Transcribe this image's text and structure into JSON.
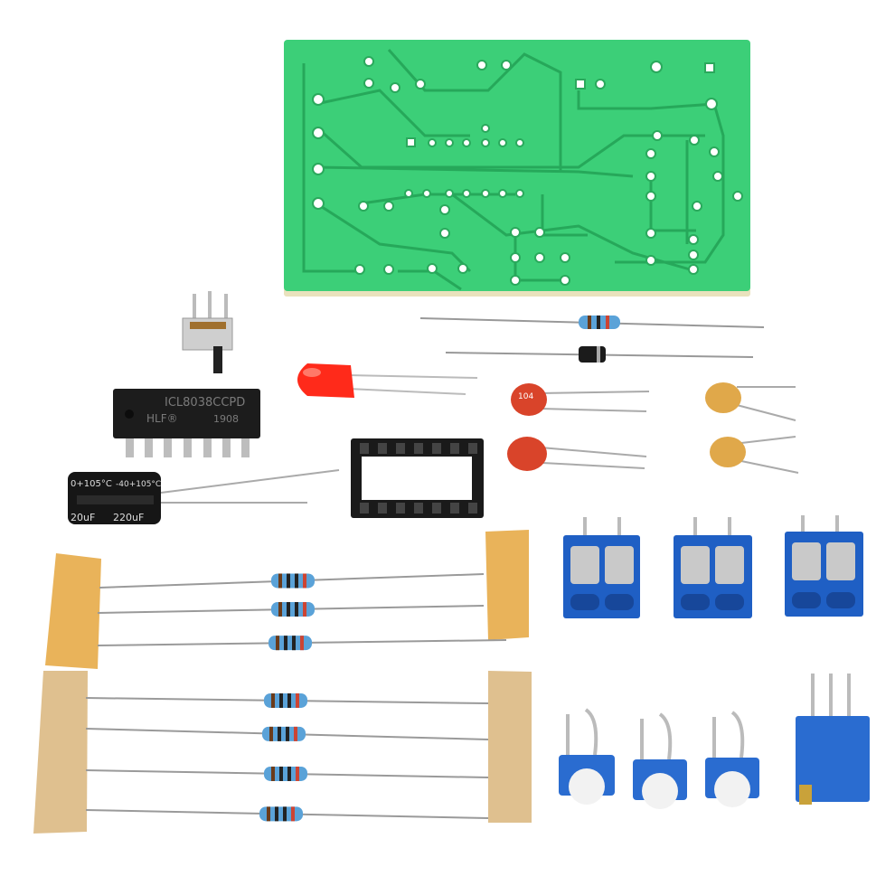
{
  "scene": {
    "colors": {
      "background": "#ffffff",
      "pcb_green": "#3ccf78",
      "pcb_trace": "#2aa95c",
      "pcb_edge": "#e9e2bd",
      "terminal_blue": "#1f5fc4",
      "tape": "#e9b35a",
      "ic_black": "#1c1c1c",
      "led_red": "#ff2a1a",
      "ceramic_red": "#d9442a",
      "ceramic_yellow": "#e0a84a"
    }
  },
  "ic": {
    "part": "ICL8038CCPD",
    "brand": "HLF®",
    "date": "1908"
  },
  "capacitor": {
    "temp_left": "0+105°C",
    "temp_right": "-40+105°C",
    "value_left": "20uF",
    "value_right": "220uF"
  },
  "ceramic_cap": {
    "code": "104"
  }
}
